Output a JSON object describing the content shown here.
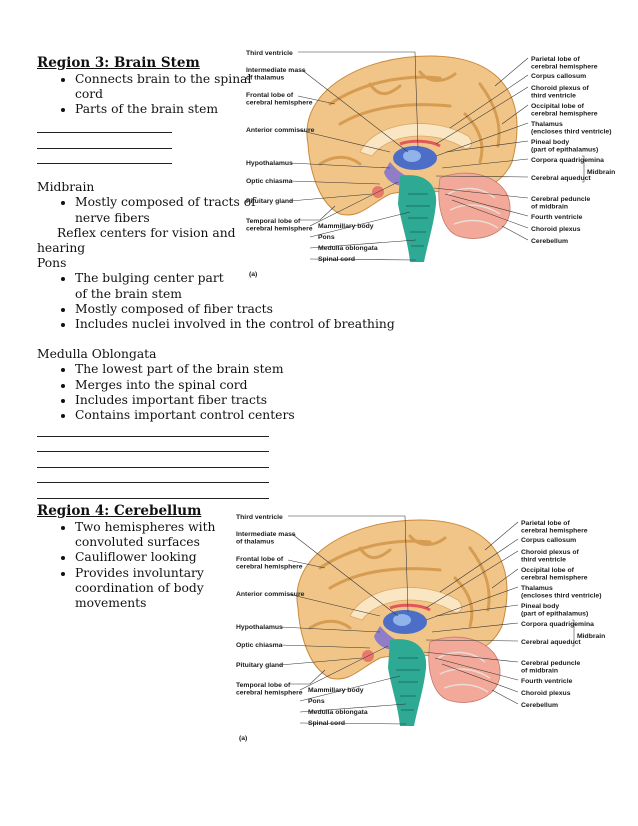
{
  "region3": {
    "heading": "Region 3: Brain Stem",
    "bullets": [
      "Connects brain to the spinal cord",
      "Parts of the brain stem"
    ],
    "midbrain": {
      "title": "Midbrain",
      "bullet": "Mostly composed of tracts of nerve fibers",
      "line_a": "Reflex centers for vision and",
      "line_b": "hearing"
    },
    "pons": {
      "title": "Pons",
      "bullets": [
        "The bulging center part of the brain stem",
        "Mostly composed of fiber tracts",
        "Includes nuclei involved in the control of breathing"
      ]
    },
    "medulla": {
      "title": "Medulla Oblongata",
      "bullets": [
        "The lowest part of the brain stem",
        "Merges into the spinal cord",
        "Includes important fiber tracts",
        "Contains important control centers"
      ]
    }
  },
  "region4": {
    "heading": "Region 4: Cerebellum",
    "bullets": [
      "Two hemispheres with convoluted surfaces",
      "Cauliflower looking",
      "Provides involuntary coordination of body movements"
    ]
  },
  "figure": {
    "left_labels": [
      "Third ventricle",
      "Intermediate mass of thalamus",
      "Frontal lobe of cerebral hemisphere",
      "Anterior commissure",
      "Hypothalamus",
      "Optic chiasma",
      "Pituitary gland",
      "Temporal lobe of cerebral hemisphere"
    ],
    "bottom_labels": [
      "Mammillary body",
      "Pons",
      "Medulla oblongata",
      "Spinal cord"
    ],
    "right_labels": [
      "Parietal lobe of cerebral hemisphere",
      "Corpus callosum",
      "Choroid plexus of third ventricle",
      "Occipital lobe of cerebral hemisphere",
      "Thalamus (encloses third ventricle)",
      "Pineal body (part of epithalamus)",
      "Corpora quadrigemina",
      "Cerebral aqueduct",
      "Cerebral peduncle of midbrain",
      "Fourth ventricle",
      "Choroid plexus",
      "Cerebellum"
    ],
    "midbrain_label": "Midbrain",
    "panel": "(a)",
    "colors": {
      "cerebrum": "#f1c587",
      "gyri": "#d59c52",
      "callosum": "#fbe6c3",
      "thalamus": "#4c6ec6",
      "hypothalamus": "#8f7dc8",
      "brainstem": "#2ea994",
      "cerebellum": "#f2a999",
      "pituitary": "#e7796b"
    }
  }
}
